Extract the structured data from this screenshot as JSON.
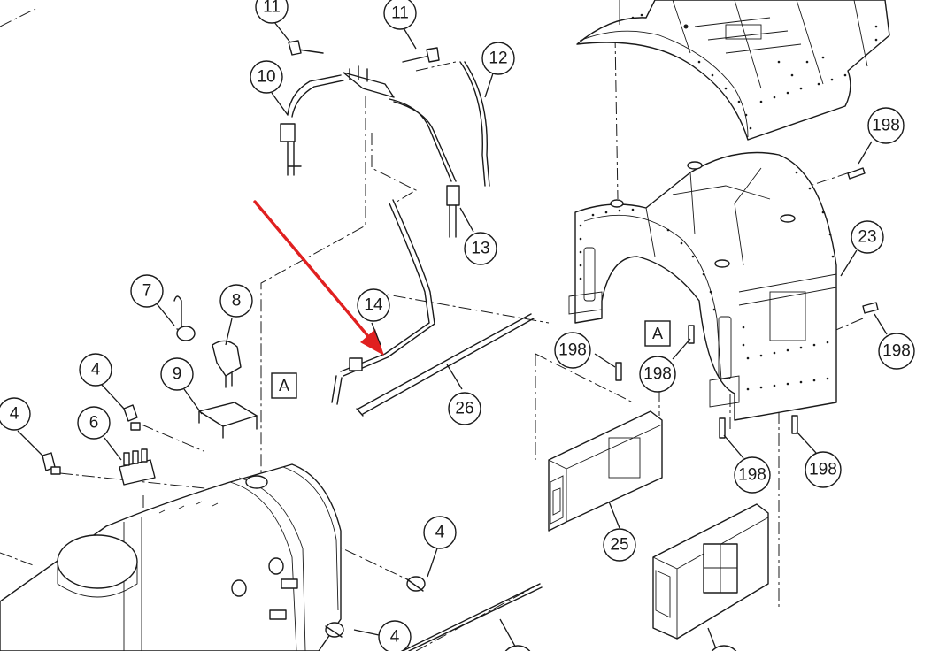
{
  "diagram": {
    "callouts": [
      {
        "id": "c-11a",
        "label": "11"
      },
      {
        "id": "c-11b",
        "label": "11"
      },
      {
        "id": "c-12",
        "label": "12"
      },
      {
        "id": "c-10",
        "label": "10"
      },
      {
        "id": "c-13",
        "label": "13"
      },
      {
        "id": "c-14",
        "label": "14"
      },
      {
        "id": "c-7",
        "label": "7"
      },
      {
        "id": "c-8",
        "label": "8"
      },
      {
        "id": "c-9",
        "label": "9"
      },
      {
        "id": "c-4a",
        "label": "4"
      },
      {
        "id": "c-4b",
        "label": "4"
      },
      {
        "id": "c-6",
        "label": "6"
      },
      {
        "id": "c-26",
        "label": "26"
      },
      {
        "id": "c-4c",
        "label": "4"
      },
      {
        "id": "c-4d",
        "label": "4"
      },
      {
        "id": "c-198a",
        "label": "198"
      },
      {
        "id": "c-23",
        "label": "23"
      },
      {
        "id": "c-198b",
        "label": "198"
      },
      {
        "id": "c-198c",
        "label": "198"
      },
      {
        "id": "c-198d",
        "label": "198"
      },
      {
        "id": "c-198e",
        "label": "198"
      },
      {
        "id": "c-198f",
        "label": "198"
      },
      {
        "id": "c-25",
        "label": "25"
      }
    ],
    "reference_marks": [
      {
        "id": "ref-a-left",
        "label": "A"
      },
      {
        "id": "ref-a-right",
        "label": "A"
      }
    ],
    "colors": {
      "line": "#1a1a1a",
      "highlight_arrow": "#e02020",
      "background": "#ffffff"
    }
  }
}
